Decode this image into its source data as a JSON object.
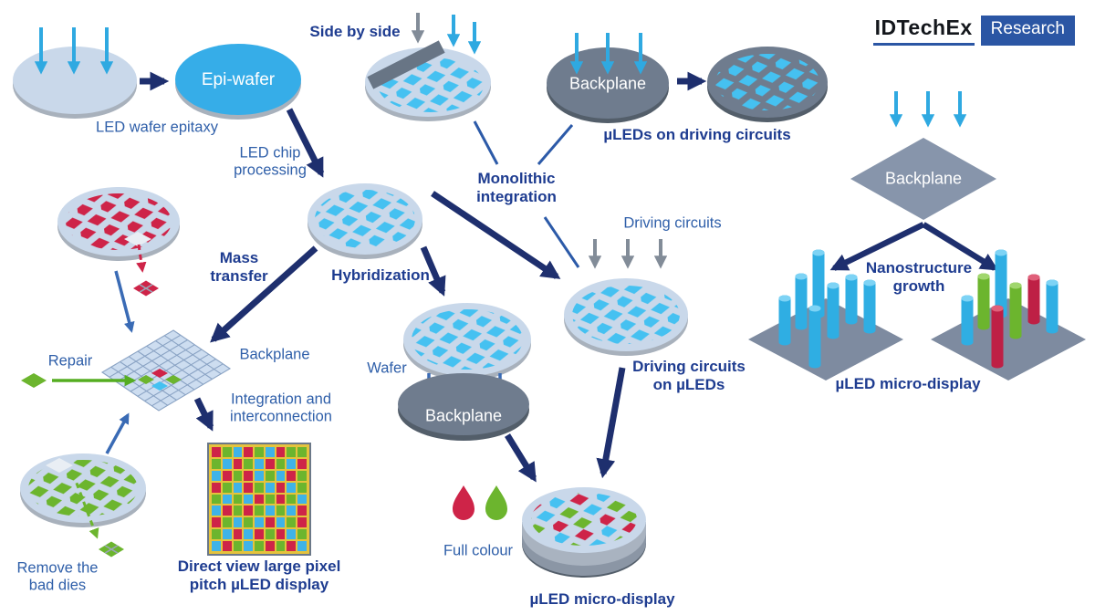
{
  "logo": {
    "brand": "IDTechEx",
    "product": "Research"
  },
  "palette": {
    "navy": "#1e2f6e",
    "boldBlue": "#1e3c90",
    "textBlue": "#2f5fa9",
    "cyanArrow": "#2fa9e1",
    "epiBlue": "#36ade8",
    "tileCyan": "#45c1f1",
    "pxCyan": "#3fb3e8",
    "waferLight": "#c9d8ea",
    "waferShadow": "#a8b1bc",
    "grayPlate": "#6f7c8e",
    "grayPlateDark": "#535e6a",
    "grayBar": "#687585",
    "grayArrow": "#828c98",
    "blueArrow": "#3a6bb5",
    "lineBlue": "#2c5aa8",
    "red": "#ce2448",
    "green": "#6cb52e",
    "repairGreen": "#55ad21",
    "gridFill": "#cdddf0",
    "gridLine": "#8aa3c4",
    "yellow": "#e5c33c",
    "pixelBorder": "#6b7888",
    "platformGray": "#7e8ba0",
    "diamondGray": "#8795ab",
    "cylCyan": "#2faee3",
    "cylCyanTop": "#7dd3f5",
    "cylGreen": "#6cb52e",
    "cylGreenTop": "#a0d66d",
    "cylRed": "#be2045",
    "cylRedTop": "#e0607a",
    "logoBlue": "#2b56a4",
    "diskSide": "#8b96a5",
    "diskSideLight": "#a9b3c0",
    "gapFill": "#e9eef4"
  },
  "labels": {
    "epitaxy": "LED wafer epitaxy",
    "side_by_side": "Side by side",
    "chip_processing": "LED chip\nprocessing",
    "monolithic": "Monolithic\nintegration",
    "uleds_on_driving": "µLEDs on driving circuits",
    "mass_transfer": "Mass\ntransfer",
    "hybridization": "Hybridization",
    "driving_circuits": "Driving circuits",
    "driving_on_uleds": "Driving circuits\non µLEDs",
    "backplane": "Backplane",
    "repair": "Repair",
    "integration": "Integration and\ninterconnection",
    "remove_bad_dies": "Remove the\nbad dies",
    "direct_view": "Direct view large pixel\npitch µLED display",
    "wafer": "Wafer",
    "full_colour": "Full colour",
    "uled_micro_display": "µLED micro-display",
    "nanostructure_growth": "Nanostructure\ngrowth",
    "epi_wafer": "Epi-wafer"
  },
  "pixel_display": {
    "rows": [
      "RGCRGCRGG",
      "GCRGCRGCR",
      "CRGRCGCRG",
      "RGCRGCRCG",
      "GCGCRGRGC",
      "CRGRGCGCR",
      "RGCGCRCGR",
      "GCRCRGRCG",
      "CRGCGRGRC"
    ]
  },
  "nanostructures": {
    "left": [
      "C",
      "C",
      "C",
      "C",
      "C",
      "C",
      "C"
    ],
    "right": [
      "C",
      "R",
      "G",
      "C",
      "G",
      "C",
      "R"
    ]
  }
}
